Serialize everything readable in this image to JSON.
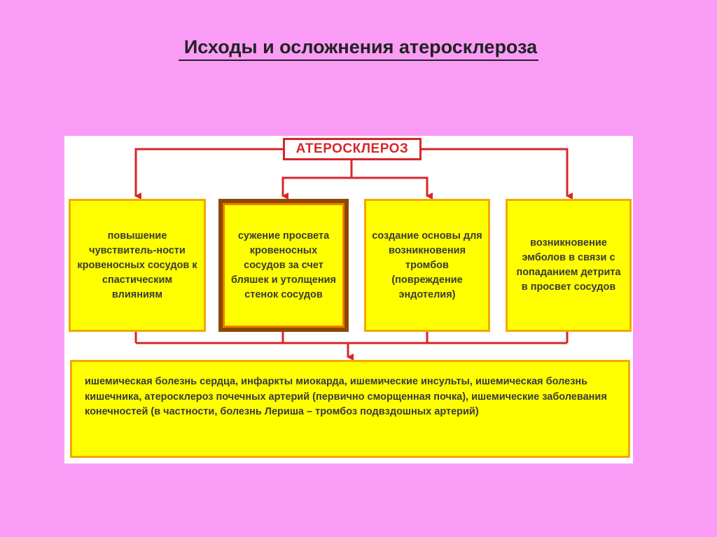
{
  "title": "Исходы и осложнения атеросклероза",
  "diagram": {
    "root": "АТЕРОСКЛЕРОЗ",
    "causes": [
      {
        "text": "повышение чувствитель-ности кровеносных сосудов к спастическим влияниям"
      },
      {
        "text": "сужение просвета кровеносных сосудов за счет бляшек и утолщения стенок сосудов"
      },
      {
        "text": "создание основы для возникновения тромбов (повреждение эндотелия)"
      },
      {
        "text": "возникновение эмболов в связи с попаданием детрита в просвет сосудов"
      }
    ],
    "outcome": "ишемическая болезнь сердца, инфаркты миокарда, ишемические инсульты, ишемическая болезнь кишечника, атеросклероз почечных артерий (первично сморщенная почка), ишемические заболевания конечностей (в частности, болезнь Лериша – тромбоз подвздошных артерий)"
  },
  "colors": {
    "background": "#fa9cf5",
    "box_fill": "#ffff00",
    "box_border": "#f2a900",
    "connector": "#d7262b"
  }
}
